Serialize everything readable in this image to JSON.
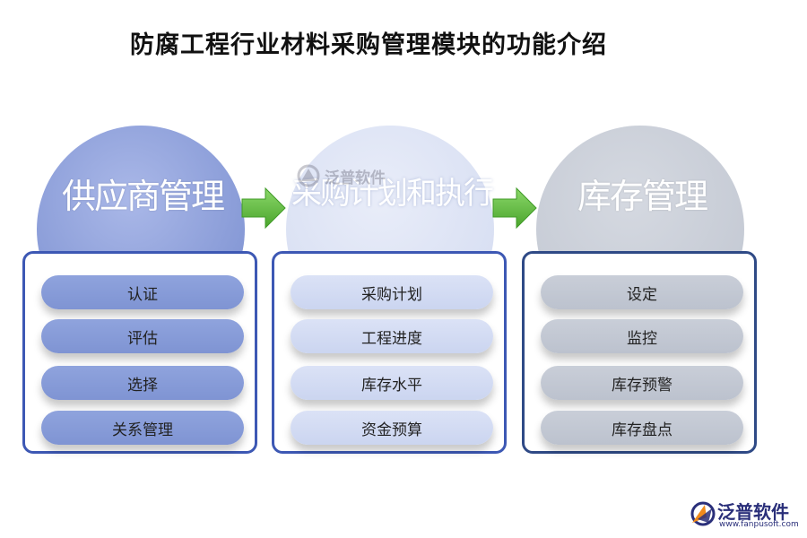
{
  "title": "防腐工程行业材料采购管理模块的功能介绍",
  "modules": [
    {
      "label": "供应商管理",
      "items": [
        "认证",
        "评估",
        "选择",
        "关系管理"
      ]
    },
    {
      "label": "采购计划和执行",
      "items": [
        "采购计划",
        "工程进度",
        "库存水平",
        "资金预算"
      ]
    },
    {
      "label": "库存管理",
      "items": [
        "设定",
        "监控",
        "库存预警",
        "库存盘点"
      ]
    }
  ],
  "watermark": {
    "text": "泛普软件"
  },
  "logo": {
    "name": "泛普软件",
    "url": "www.fanpusoft.com"
  },
  "colors": {
    "module1": "#8699d6",
    "module2": "#d9e0f3",
    "module3": "#c6cbd5",
    "panel_border": "#3d58b4",
    "arrow": "#5cb83c",
    "logo_text": "#2a2f7a",
    "logo_orange": "#f08a1c"
  },
  "icons": [
    "right-arrow-icon",
    "fanpu-logo-icon"
  ]
}
